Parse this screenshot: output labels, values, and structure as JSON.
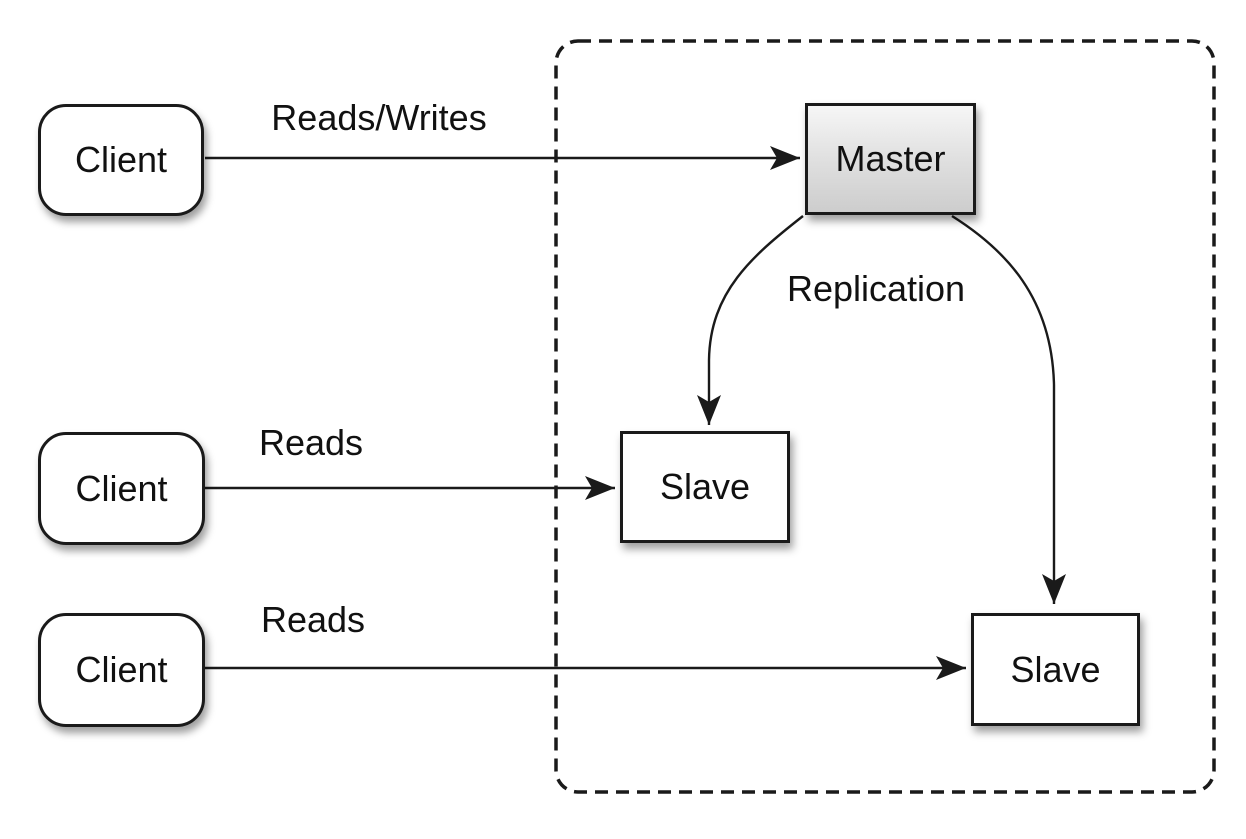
{
  "nodes": {
    "client1": {
      "label": "Client"
    },
    "client2": {
      "label": "Client"
    },
    "client3": {
      "label": "Client"
    },
    "master": {
      "label": "Master"
    },
    "slave1": {
      "label": "Slave"
    },
    "slave2": {
      "label": "Slave"
    }
  },
  "edges": {
    "client1_master": {
      "label": "Reads/Writes"
    },
    "client2_slave1": {
      "label": "Reads"
    },
    "client3_slave2": {
      "label": "Reads"
    },
    "master_slaves": {
      "label": "Replication"
    }
  },
  "colors": {
    "stroke": "#1a1a1a",
    "node_fill": "#ffffff",
    "master_fill_top": "#f6f6f6",
    "master_fill_bottom": "#cdcdcd",
    "background": "#ffffff"
  }
}
